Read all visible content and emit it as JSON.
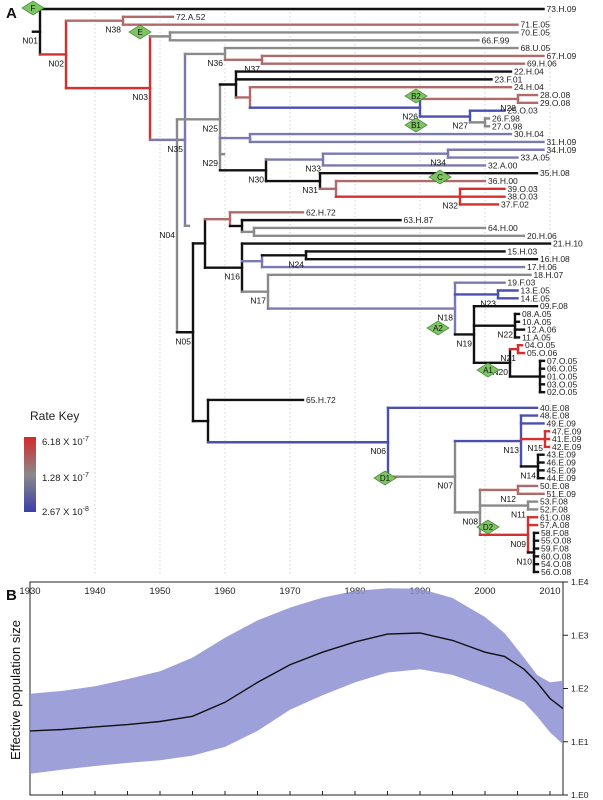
{
  "panel_a_label": "A",
  "panel_b_label": "B",
  "rate_key": {
    "title": "Rate Key",
    "high": "6.18 X 10",
    "high_exp": "-7",
    "mid": "1.28 X 10",
    "mid_exp": "-7",
    "low": "2.67 X 10",
    "low_exp": "-8",
    "colors": [
      "#d42a2a",
      "#888888",
      "#3b3fa8"
    ]
  },
  "time_axis": {
    "years": [
      "1930",
      "1940",
      "1950",
      "1960",
      "1970",
      "1980",
      "1990",
      "2000",
      "2010"
    ]
  },
  "tree": {
    "tips": [
      "73.H.09",
      "72.A.52",
      "71.E.05",
      "70.E.05",
      "66.F.99",
      "68.U.05",
      "67.H.09",
      "69.H.06",
      "22.H.04",
      "23.F.01",
      "24.H.04",
      "28.O.08",
      "29.O.08",
      "25.O.03",
      "26.F.98",
      "27.O.98",
      "30.H.04",
      "31.H.09",
      "34.H.09",
      "33.A.05",
      "32.A.00",
      "35.H.08",
      "36.H.00",
      "39.O.03",
      "38.O.03",
      "37.F.02",
      "62.H.72",
      "63.H.87",
      "64.H.00",
      "20.H.06",
      "21.H.10",
      "15.H.03",
      "16.H.08",
      "17.H.06",
      "18.H.07",
      "19.F.03",
      "13.E.05",
      "14.E.05",
      "09.F.08",
      "08.A.05",
      "10.A.05",
      "12.A.06",
      "11.A.05",
      "04.O.05",
      "05.O.06",
      "07.O.05",
      "06.O.05",
      "01.O.05",
      "03.O.05",
      "02.O.05",
      "65.H.72",
      "40.E.08",
      "48.E.08",
      "49.E.09",
      "47.E.09",
      "41.E.09",
      "42.E.09",
      "43.E.09",
      "46.E.09",
      "45.E.09",
      "44.E.09",
      "50.E.08",
      "51.E.09",
      "53.F.08",
      "52.F.08",
      "61.O.08",
      "57.A.08",
      "58.F.08",
      "55.O.08",
      "59.F.08",
      "60.O.08",
      "54.O.08",
      "56.O.08"
    ],
    "nodes": [
      "N01",
      "N02",
      "N03",
      "N04",
      "N05",
      "N06",
      "N07",
      "N08",
      "N09",
      "N10",
      "N11",
      "N12",
      "N13",
      "N14",
      "N15",
      "N16",
      "N17",
      "N18",
      "N19",
      "N20",
      "N21",
      "N22",
      "N23",
      "N24",
      "N25",
      "N26",
      "N27",
      "N28",
      "N29",
      "N30",
      "N31",
      "N32",
      "N33",
      "N34",
      "N35",
      "N36",
      "N37",
      "N38"
    ],
    "clade_markers": [
      "F",
      "E",
      "B2",
      "B1",
      "C",
      "A2",
      "A1",
      "D1",
      "D2"
    ]
  },
  "chart_data": {
    "type": "area",
    "title": "",
    "xlabel": "",
    "ylabel": "Effective population size",
    "y_scale": "log",
    "ylim": [
      1,
      10000
    ],
    "xlim": [
      1930,
      2012
    ],
    "x_tick_labels": [
      "1930",
      "1940",
      "1950",
      "1960",
      "1970",
      "1980",
      "1990",
      "2000",
      "2010"
    ],
    "y_tick_labels": [
      "1.E0",
      "1.E1",
      "1.E2",
      "1.E3",
      "1.E4"
    ],
    "series": [
      {
        "x": [
          1930,
          1935,
          1940,
          1945,
          1950,
          1955,
          1960,
          1965,
          1970,
          1975,
          1980,
          1985,
          1990,
          1995,
          2000,
          2003,
          2006,
          2008,
          2010,
          2012
        ],
        "median": [
          16,
          17,
          19,
          21,
          24,
          30,
          55,
          130,
          280,
          480,
          750,
          1050,
          1100,
          800,
          480,
          400,
          230,
          130,
          65,
          42
        ],
        "upper": [
          80,
          90,
          110,
          150,
          210,
          380,
          900,
          1900,
          3300,
          5100,
          6800,
          7600,
          7500,
          5000,
          2200,
          1100,
          380,
          180,
          130,
          140
        ],
        "lower": [
          2.5,
          3.0,
          3.5,
          4.0,
          4.5,
          5.5,
          8,
          16,
          40,
          75,
          130,
          200,
          230,
          180,
          110,
          80,
          55,
          30,
          15,
          9
        ]
      }
    ],
    "colors": {
      "band": "#8d8fd2",
      "line": "#111111"
    }
  }
}
